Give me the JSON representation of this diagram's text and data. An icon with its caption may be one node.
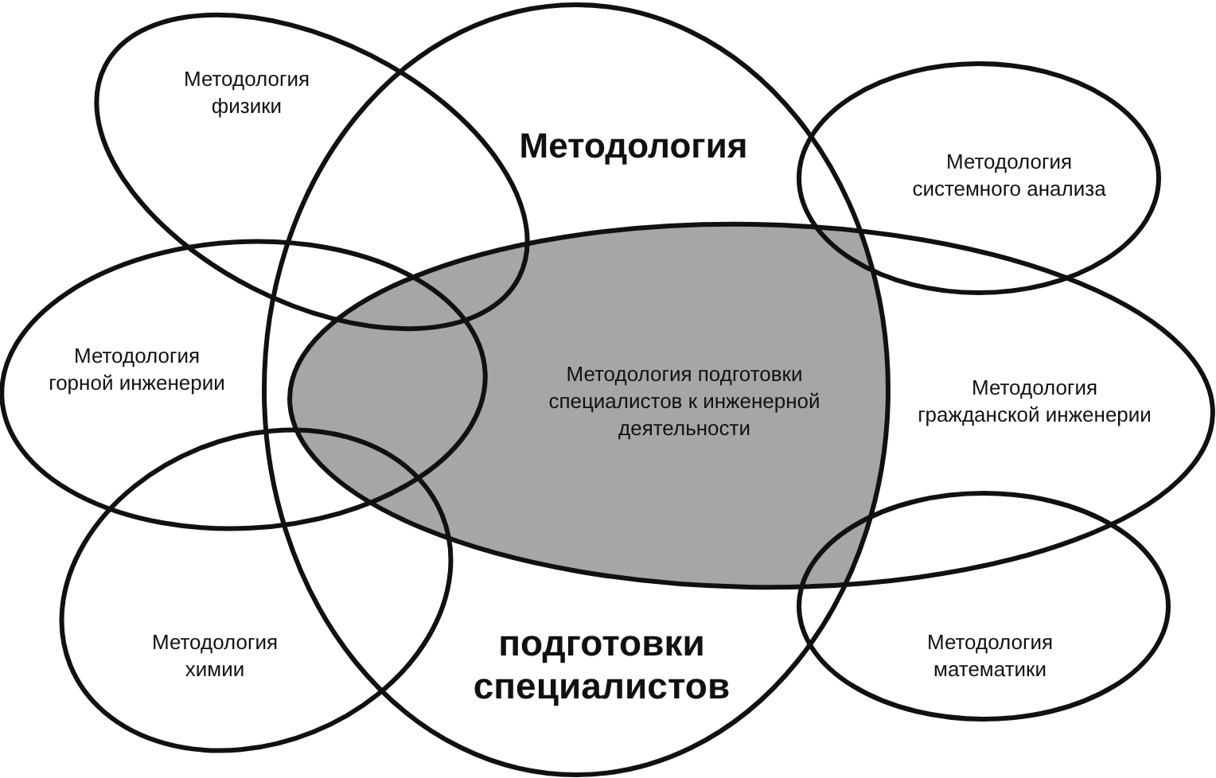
{
  "diagram": {
    "nodes": [
      {
        "text": [
          "Методология",
          "подготовки специалистов"
        ]
      },
      {
        "text": [
          "Методология физики"
        ]
      },
      {
        "text": [
          "Методология системного анализа"
        ]
      },
      {
        "text": [
          "Методология горной инженерии"
        ]
      },
      {
        "text": [
          "Методология подготовки специалистов к инженерной деятельности"
        ]
      },
      {
        "text": [
          "Методология гражданской инженерии"
        ]
      },
      {
        "text": [
          "Методология химии"
        ]
      },
      {
        "text": [
          "Методология математики"
        ]
      }
    ]
  }
}
